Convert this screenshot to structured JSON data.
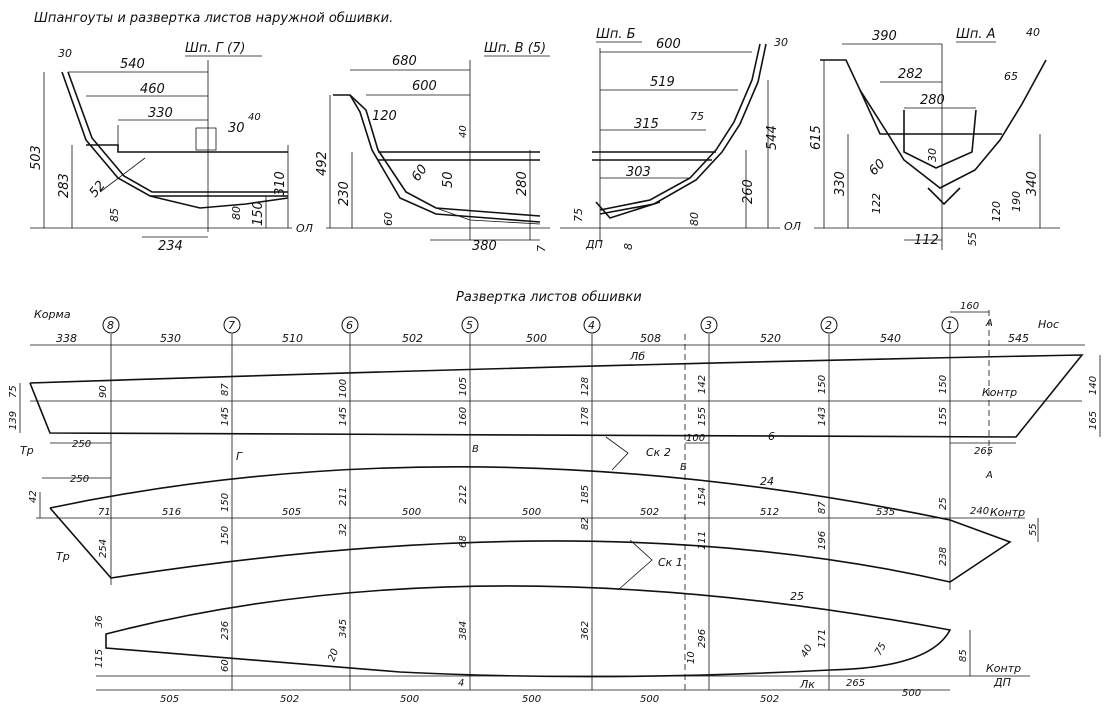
{
  "title": "Шпангоуты и развертка листов наружной обшивки.",
  "sections": {
    "g": {
      "label": "Шп. Г (7)",
      "dims": [
        "30",
        "540",
        "460",
        "330",
        "30",
        "40",
        "503",
        "283",
        "52",
        "310",
        "150",
        "80",
        "85",
        "234",
        "ОЛ"
      ]
    },
    "v": {
      "label": "Шп. В (5)",
      "dims": [
        "680",
        "600",
        "120",
        "40",
        "492",
        "230",
        "60",
        "50",
        "280",
        "60",
        "380",
        "7"
      ]
    },
    "b": {
      "label": "Шп. Б",
      "dims": [
        "600",
        "30",
        "519",
        "75",
        "315",
        "303",
        "544",
        "260",
        "75",
        "80",
        "ОЛ",
        "ДП",
        "8"
      ]
    },
    "a": {
      "label": "Шп. А",
      "dims": [
        "390",
        "40",
        "282",
        "65",
        "280",
        "615",
        "330",
        "60",
        "30",
        "340",
        "190",
        "120",
        "122",
        "112",
        "55"
      ]
    }
  },
  "expansion": {
    "title": "Развертка листов обшивки",
    "stern": "Корма",
    "bow": "Нос",
    "frames": [
      "8",
      "7",
      "6",
      "5",
      "4",
      "3",
      "2",
      "1"
    ],
    "top_dims": [
      "338",
      "530",
      "510",
      "502",
      "500",
      "508",
      "520",
      "540",
      "545"
    ],
    "mark_160": "160",
    "mark_a": "А",
    "sheet1": {
      "lb": "Лб",
      "kontr": "Контр",
      "sheet_no": "6",
      "tr": "Тр",
      "upper": [
        "90",
        "87",
        "100",
        "105",
        "128",
        "142",
        "150",
        "150"
      ],
      "lower": [
        "145",
        "145",
        "160",
        "178",
        "155",
        "143",
        "155"
      ],
      "left": [
        "75",
        "139"
      ],
      "right": [
        "140",
        "165"
      ],
      "bottom": [
        "250",
        "100",
        "265"
      ],
      "sk": "Ск 2",
      "letters": [
        "Г",
        "В",
        "Б",
        "А"
      ]
    },
    "sheet2": {
      "sheet_no": "24",
      "top250": "250",
      "left42": "42",
      "tr": "Тр",
      "upper": [
        "150",
        "211",
        "212",
        "185",
        "154",
        "87",
        "25"
      ],
      "lower": [
        "254",
        "150",
        "32",
        "68",
        "82",
        "111",
        "196",
        "238"
      ],
      "mid": [
        "71",
        "516",
        "505",
        "500",
        "500",
        "502",
        "512",
        "535",
        "240"
      ],
      "kontr": "Контр",
      "right55": "55",
      "sk": "Ск 1"
    },
    "sheet3": {
      "sheet_no": "25",
      "left": [
        "36",
        "115"
      ],
      "vert": [
        "236",
        "60",
        "345",
        "20",
        "384",
        "4",
        "362",
        "296",
        "10",
        "171",
        "40",
        "75",
        "85"
      ],
      "bottom": [
        "505",
        "502",
        "500",
        "500",
        "500",
        "502",
        "265",
        "500"
      ],
      "lk": "Лк",
      "kontr": "Контр",
      "dp": "ДП"
    }
  }
}
